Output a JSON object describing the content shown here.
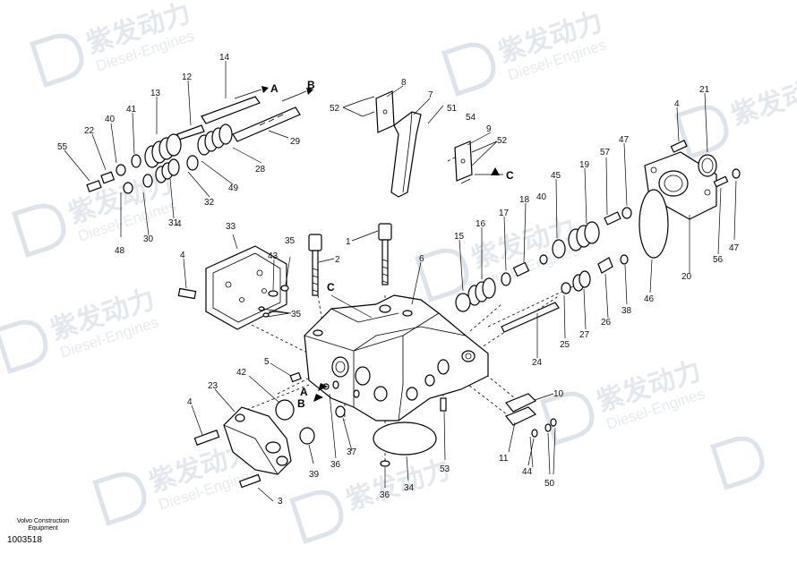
{
  "watermark": {
    "cn": "紫发动力",
    "en": "Diesel-Engines"
  },
  "caption": {
    "brand_line1": "Volvo Construction",
    "brand_line2": "Equipment",
    "drawing_number": "1003518"
  },
  "part_labels": [
    "1",
    "2",
    "3",
    "4",
    "4",
    "4",
    "4",
    "5",
    "6",
    "7",
    "8",
    "9",
    "10",
    "11",
    "12",
    "13",
    "14",
    "15",
    "16",
    "17",
    "18",
    "19",
    "20",
    "21",
    "22",
    "23",
    "24",
    "25",
    "26",
    "27",
    "28",
    "29",
    "30",
    "31",
    "32",
    "33",
    "34",
    "35",
    "35",
    "36",
    "36",
    "37",
    "38",
    "39",
    "40",
    "40",
    "41",
    "42",
    "43",
    "44",
    "45",
    "46",
    "47",
    "47",
    "48",
    "49",
    "50",
    "51",
    "52",
    "52",
    "53",
    "54",
    "55",
    "56",
    "57"
  ],
  "port_labels": [
    "A",
    "B",
    "C",
    "C",
    "A",
    "B"
  ]
}
